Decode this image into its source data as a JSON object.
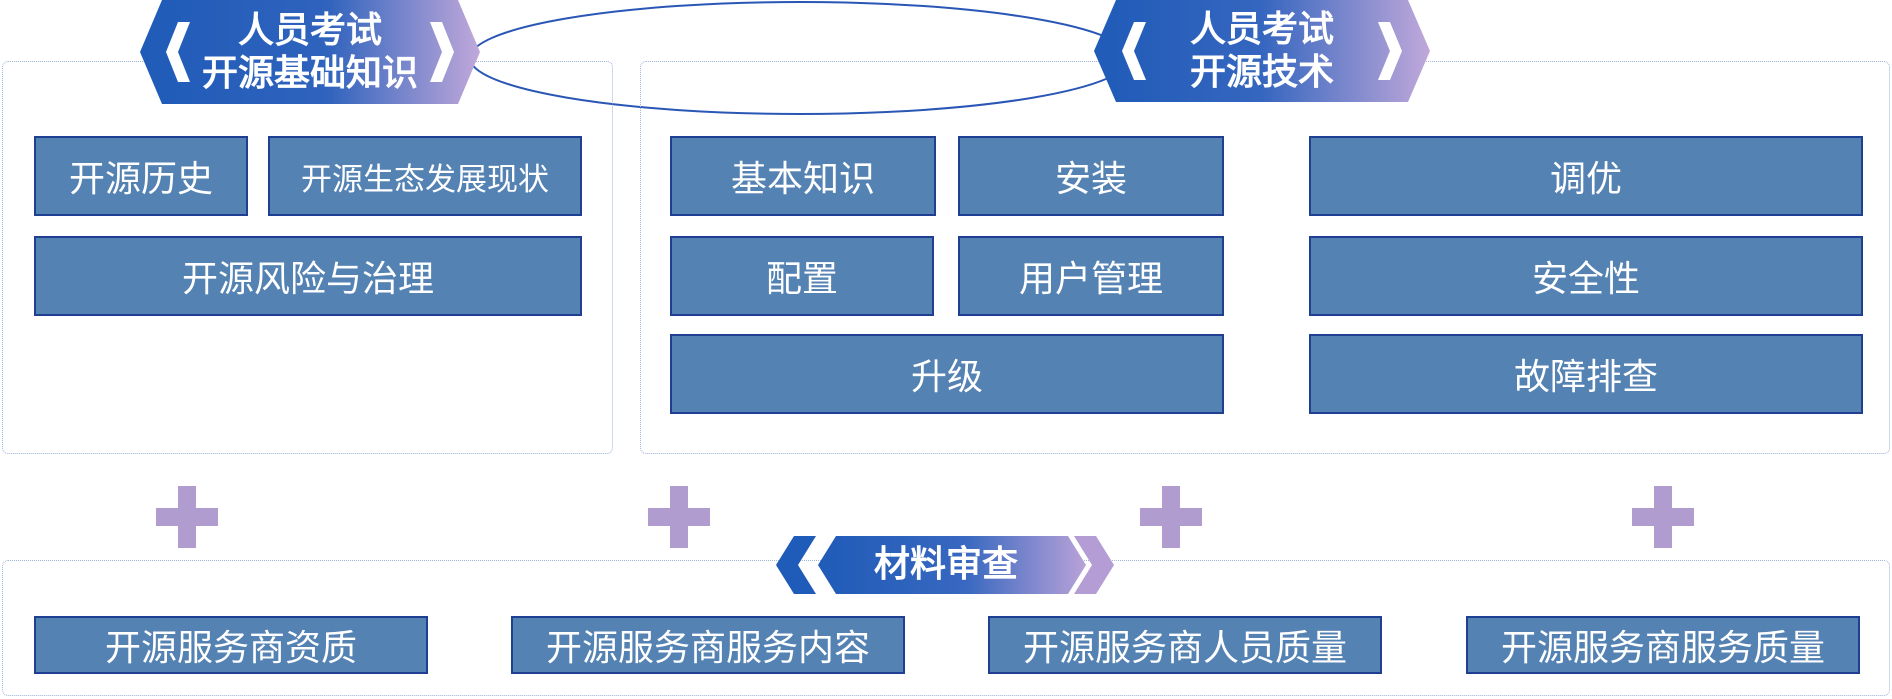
{
  "banners": {
    "basic": {
      "line1": "人员考试",
      "line2": "开源基础知识"
    },
    "tech": {
      "line1": "人员考试",
      "line2": "开源技术"
    },
    "material": {
      "label": "材料审查"
    }
  },
  "basic_items": [
    "开源历史",
    "开源生态发展现状",
    "开源风险与治理"
  ],
  "tech_items": [
    "基本知识",
    "安装",
    "调优",
    "配置",
    "用户管理",
    "安全性",
    "升级",
    "故障排查"
  ],
  "material_items": [
    "开源服务商资质",
    "开源服务商服务内容",
    "开源服务商人员质量",
    "开源服务商服务质量"
  ],
  "colors": {
    "box_fill": "#5482b3",
    "box_border": "#1f3f93",
    "banner_start": "#1f5bb8",
    "banner_end": "#b6a0d6",
    "plus": "#b19cd0"
  }
}
